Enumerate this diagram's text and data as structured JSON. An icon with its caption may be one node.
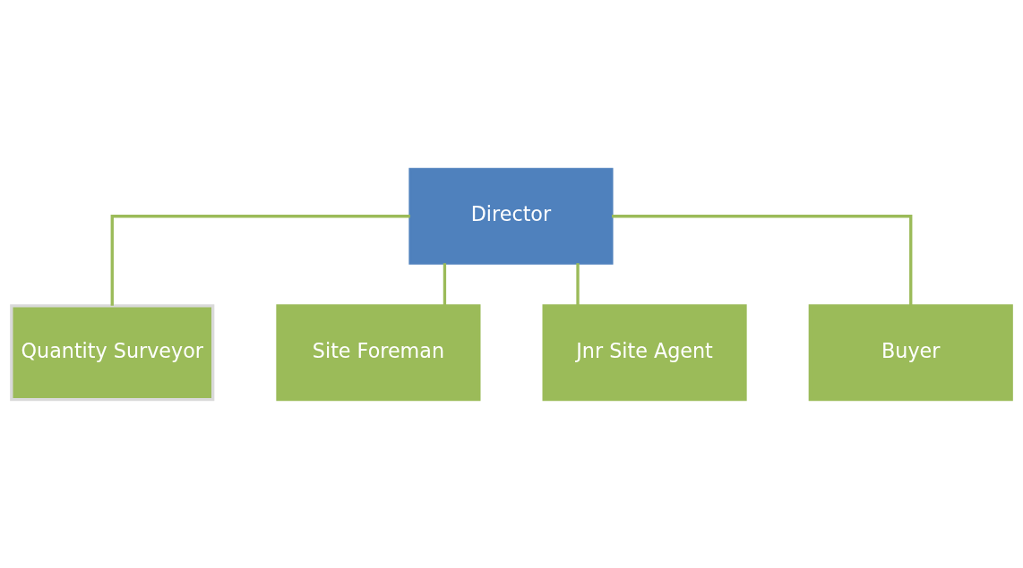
{
  "diagram": {
    "nodes": [
      {
        "text": [
          "Director"
        ]
      },
      {
        "text": [
          "Quantity Surveyor"
        ]
      },
      {
        "text": [
          "Site Foreman"
        ]
      },
      {
        "text": [
          "Jnr Site Agent"
        ]
      },
      {
        "text": [
          "Buyer"
        ]
      }
    ],
    "edges": [
      {
        "from": 0,
        "to": 1,
        "arrow": "none"
      },
      {
        "from": 0,
        "to": 2,
        "arrow": "none"
      },
      {
        "from": 0,
        "to": 3,
        "arrow": "none"
      },
      {
        "from": 0,
        "to": 4,
        "arrow": "none"
      }
    ]
  }
}
